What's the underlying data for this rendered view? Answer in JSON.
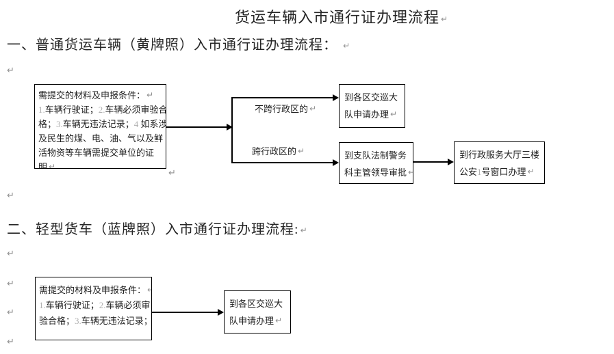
{
  "page": {
    "title": "货运车辆入市通行证办理流程",
    "pilcrow": "↵"
  },
  "colors": {
    "text": "#1f1f1f",
    "paragraph_mark": "#8f8f8f",
    "list_number": "#b0b0b0",
    "line": "#000000",
    "background": "#ffffff"
  },
  "section1": {
    "heading": "一、普通货运车辆（黄牌照）入市通行证办理流程：",
    "box_requirements": {
      "lines": [
        {
          "t": "需提交的材料及申报条件：",
          "m": true
        },
        {
          "t": "1.车辆行驶证；2.车辆必须审验合"
        },
        {
          "t": "格；3.车辆无违法记录；4 如系涉"
        },
        {
          "t": "及民生的煤、电、油、气以及鲜"
        },
        {
          "t": "活物资等车辆需提交单位的证"
        },
        {
          "t": "明",
          "m": true
        }
      ]
    },
    "branch_top_label": "不跨行政区的",
    "branch_bottom_label": "跨行政区的",
    "box_district_team": {
      "lines": [
        {
          "t": "到各区交巡大"
        },
        {
          "t": "队申请办理",
          "m": true
        }
      ]
    },
    "box_legal_approval": {
      "lines": [
        {
          "t": "到支队法制警务"
        },
        {
          "t": "科主管领导审批",
          "m": true
        }
      ]
    },
    "box_service_hall": {
      "lines": [
        {
          "t": "到行政服务大厅三楼"
        },
        {
          "t": "公安1号窗口办理",
          "m": true
        }
      ]
    }
  },
  "section2": {
    "heading": "二、轻型货车（蓝牌照）入市通行证办理流程:",
    "box_requirements": {
      "lines": [
        {
          "t": "需提交的材料及申报条件：",
          "m": true
        },
        {
          "t": "1.车辆行驶证；2.车辆必须审"
        },
        {
          "t": "验合格；3.车辆无违法记录；",
          "m": true
        }
      ]
    },
    "box_district_team": {
      "lines": [
        {
          "t": "到各区交巡大"
        },
        {
          "t": "队申请办理",
          "m": true
        }
      ]
    }
  }
}
